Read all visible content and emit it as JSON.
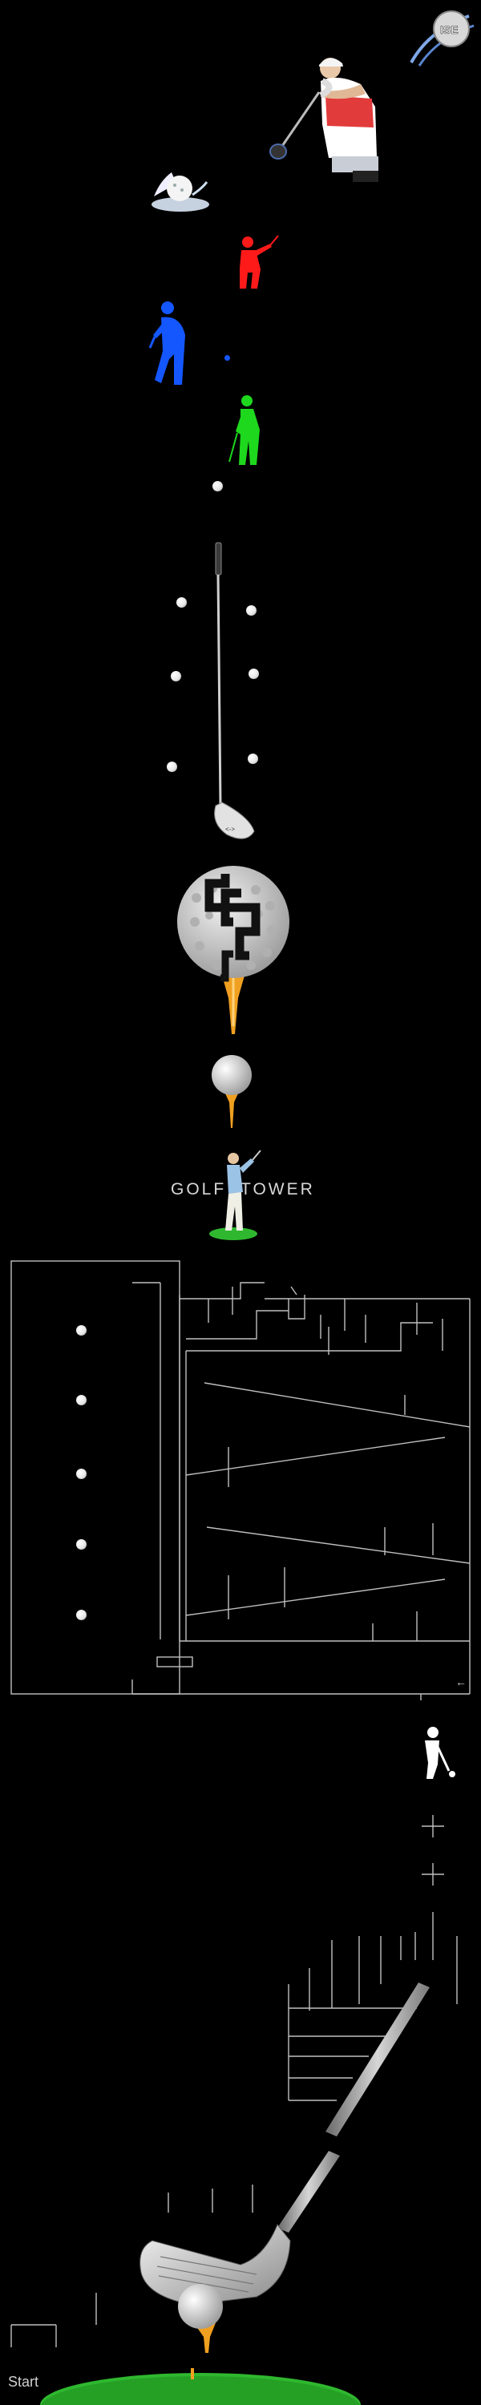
{
  "game": {
    "title_left": "GOLF",
    "title_right": "TOWER",
    "start_label": "Start",
    "brand_badge": "ISE",
    "arrow_glyph": "←"
  },
  "icons": {
    "tee_player_icon": "golfer-putting-icon",
    "crosshair_icons": [
      "crosshair-icon",
      "crosshair-icon"
    ]
  },
  "colors": {
    "background": "#000000",
    "red_golfer": "#ff1a1a",
    "blue_golfer": "#1457ff",
    "green_golfer": "#1ed81e",
    "tee_orange": "#f0a020",
    "grass_green": "#2fb82f",
    "wall_line": "#bfbfbf"
  }
}
